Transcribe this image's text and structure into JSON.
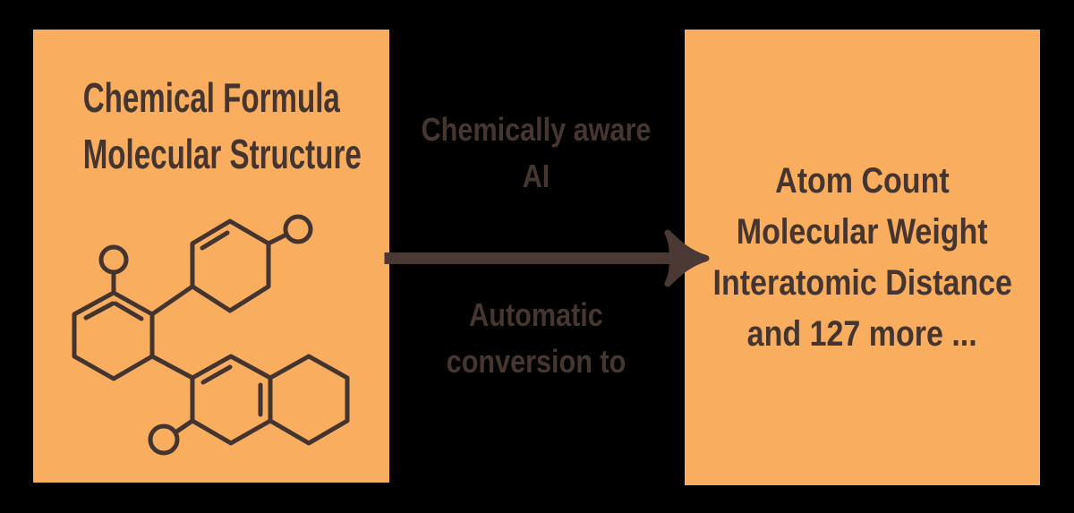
{
  "diagram": {
    "colors": {
      "background": "#000000",
      "panel": "#f9ad5f",
      "ink": "#453530",
      "arrow": "#4b3a33"
    },
    "left_panel": {
      "title_line1": "Chemical Formula",
      "title_line2": "Molecular Structure",
      "illustration": "molecule-structure-drawing"
    },
    "middle": {
      "top_caption_line1": "Chemically aware",
      "top_caption_line2": "AI",
      "bottom_caption_line1": "Automatic",
      "bottom_caption_line2": "conversion to",
      "arrow": "right-arrow"
    },
    "right_panel": {
      "line1": "Atom Count",
      "line2": "Molecular Weight",
      "line3": "Interatomic Distance",
      "line4": "and 127 more ..."
    }
  }
}
